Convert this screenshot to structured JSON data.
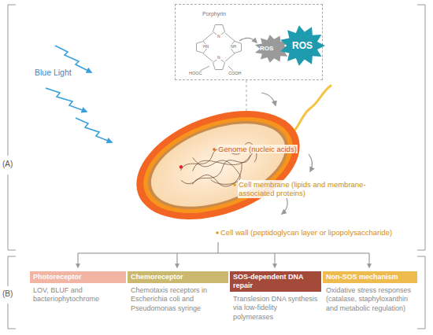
{
  "diagram": {
    "nodes": [
      {
        "text": [
          "Porphyrin"
        ]
      },
      {
        "text": [
          "ROS"
        ],
        "in": 0
      },
      {
        "text": [
          "ROS"
        ],
        "in": 0
      },
      {
        "text": [
          "Photoreceptor",
          "LOV, BLUF and bacteriophytochrome"
        ]
      },
      {
        "text": [
          "Chemoreceptor",
          "Chemotaxis receptors in Escherichia coli and Pseudomonas syringe"
        ]
      },
      {
        "text": [
          "SOS-dependent DNA repair",
          "Translesion DNA synthesis via low-fidelity polymerases"
        ]
      },
      {
        "text": [
          "Non-SOS mechanism",
          "Oxidative stress responses (catalase, staphyloxanthin and metabolic regulation)"
        ]
      }
    ],
    "labels": [
      "Blue Light",
      "(A)",
      "(B)",
      "Genome (nucleic acids)",
      "Cell membrane (lipids and membrane-associated proteins)",
      "Cell wall (peptidoglycan layer or lipopolysaccharide)",
      "N",
      "NH",
      "N",
      "HN",
      "HOOC",
      "COOH"
    ]
  }
}
